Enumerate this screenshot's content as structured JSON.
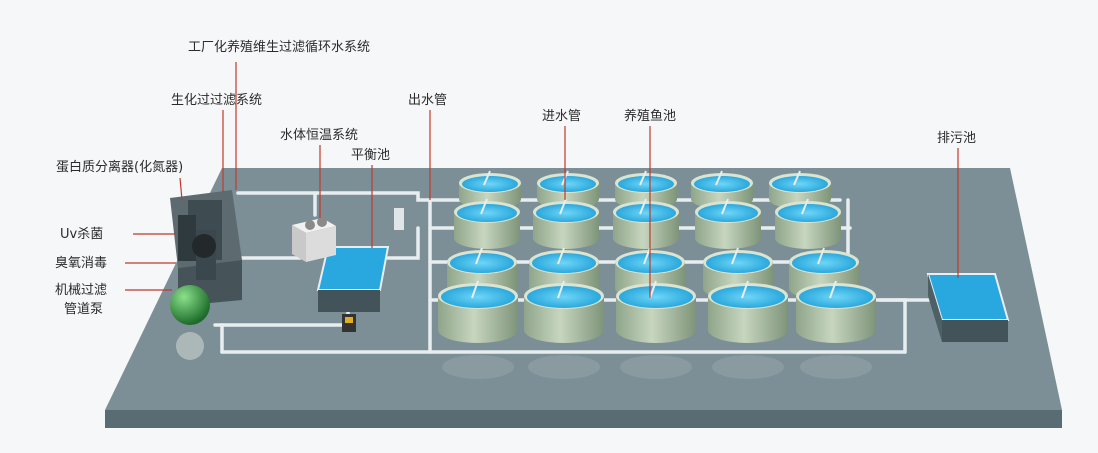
{
  "diagram": {
    "labels": {
      "factory_system": "工厂化养殖维生过滤循环水系统",
      "biofilter": "生化过过滤系统",
      "constant_temp": "水体恒温系统",
      "balance_tank": "平衡池",
      "protein_skimmer": "蛋白质分离器(化氮器)",
      "uv": "Uv杀菌",
      "ozone": "臭氧消毒",
      "mech_filter": "机械过滤",
      "pipe_pump": "管道泵",
      "outlet_pipe": "出水管",
      "inlet_pipe": "进水管",
      "fish_tanks": "养殖鱼池",
      "sewage_tank": "排污池"
    },
    "colors": {
      "floor_top": "#7c8f96",
      "floor_side": "#5d6f76",
      "pipe": "#e8eef0",
      "leader_line": "#c0392b",
      "water": "#2fb3e6",
      "tank_wall": "#9fb59a"
    }
  }
}
